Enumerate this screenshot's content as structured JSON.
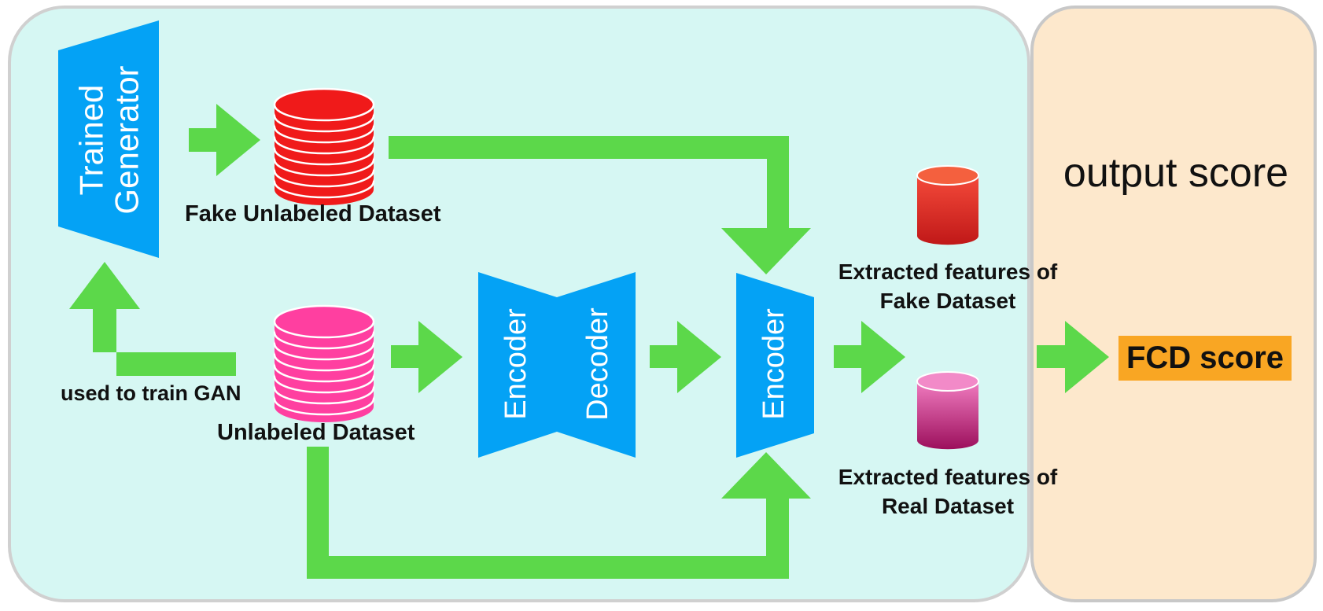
{
  "generator": {
    "label": "Trained Generator"
  },
  "fake_dataset": {
    "label": "Fake Unlabeled Dataset"
  },
  "real_dataset": {
    "label": "Unlabeled Dataset"
  },
  "train_note": {
    "label": "used to train GAN"
  },
  "autoencoder": {
    "encoder_label": "Encoder",
    "decoder_label": "Decoder"
  },
  "encoder": {
    "label": "Encoder"
  },
  "fake_features": {
    "line1": "Extracted features of",
    "line2": "Fake Dataset"
  },
  "real_features": {
    "line1": "Extracted features of",
    "line2": "Real Dataset"
  },
  "output_panel": {
    "title": "output score"
  },
  "fcd": {
    "label": "FCD score"
  },
  "colors": {
    "pipeline_bg": "#d6f7f3",
    "output_bg": "#fde8cc",
    "panel_border": "#d0d0d0",
    "arrow": "#5cd84a",
    "block": "#04a2f5",
    "fake_db": "#f01a1a",
    "real_db": "#ff3fa0",
    "fcd_box": "#f9a623"
  }
}
